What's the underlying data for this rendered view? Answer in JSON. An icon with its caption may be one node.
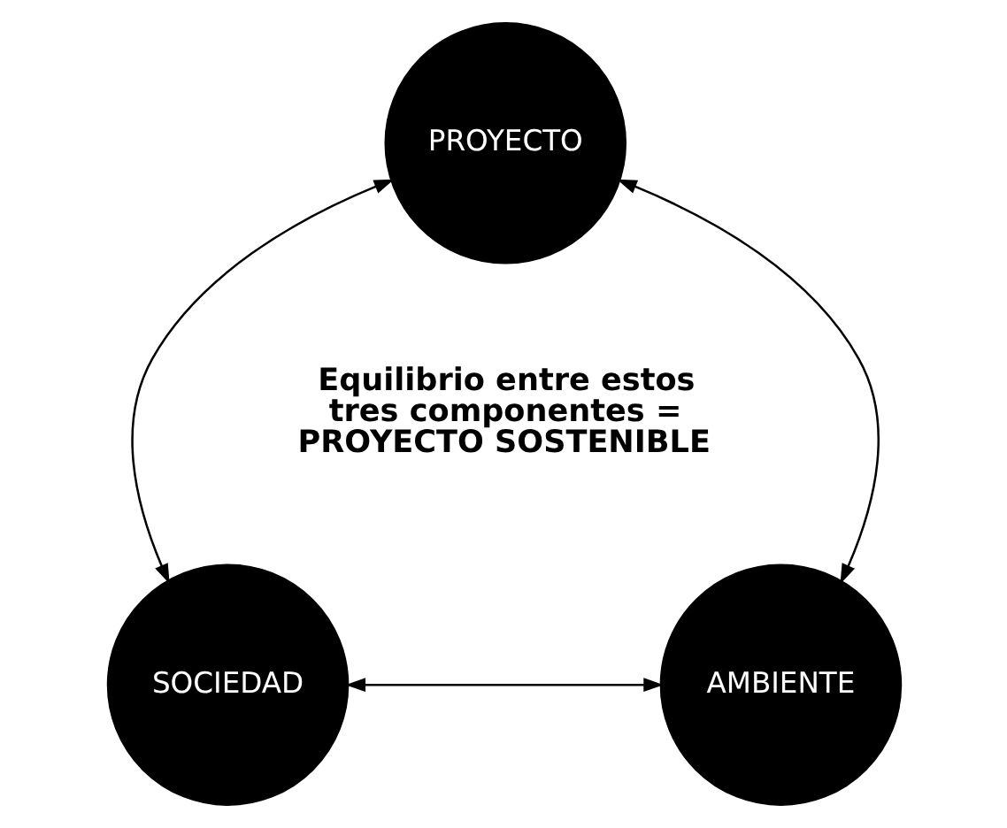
{
  "diagram": {
    "nodes": [
      {
        "text": [
          "PROYECTO"
        ]
      },
      {
        "text": [
          "SOCIEDAD"
        ]
      },
      {
        "text": [
          "AMBIENTE"
        ]
      }
    ],
    "edges": [
      {
        "from": 0,
        "to": 1,
        "arrow": "both"
      },
      {
        "from": 0,
        "to": 2,
        "arrow": "both"
      },
      {
        "from": 1,
        "to": 2,
        "arrow": "both"
      }
    ],
    "labels": [
      "Equilibrio entre estos tres componentes = PROYECTO SOSTENIBLE"
    ]
  }
}
